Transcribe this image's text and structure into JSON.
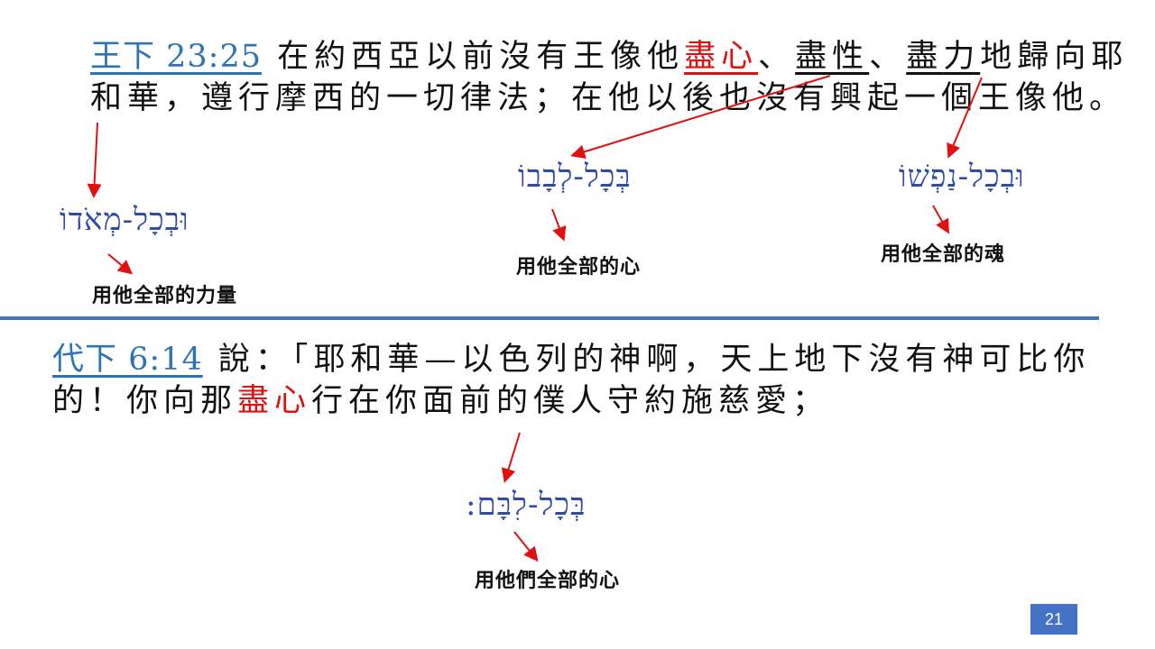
{
  "verse1": {
    "ref": "王下 23:25",
    "text_a": " 在約西亞以前沒有王像他",
    "heart": "盡心",
    "sep1": "、",
    "soul": "盡性",
    "sep2": "、",
    "might_a": "盡",
    "might_b": "力",
    "text_b": "地歸向耶和華，遵行摩西的一切律法；在他以後也沒有興起一個王像他。"
  },
  "hebrew_might": "וּבְכָל-מְאֹדוֹ",
  "hebrew_heart": "בְּכָל-לְבָבוֹ",
  "hebrew_soul": "וּבְכָל-נַפְשׁוֹ",
  "gloss_might": "用他全部的力量",
  "gloss_heart": "用他全部的心",
  "gloss_soul": "用他全部的魂",
  "verse2": {
    "ref": "代下 6:14",
    "text_a": " 說：「耶和華—以色列的神啊，天上地下沒有神可比你的！你向那",
    "heart": "盡心",
    "text_b": "行在你面前的僕人守約施慈愛；"
  },
  "hebrew_heart2": "בְּכָל-לִבָּם:",
  "gloss_heart2": "用他們全部的心",
  "page_number": "21",
  "colors": {
    "reference_blue": "#2e74b5",
    "highlight_red": "#e01010",
    "hebrew_blue": "#2e4ba8",
    "accent_blue": "#4472c4"
  }
}
